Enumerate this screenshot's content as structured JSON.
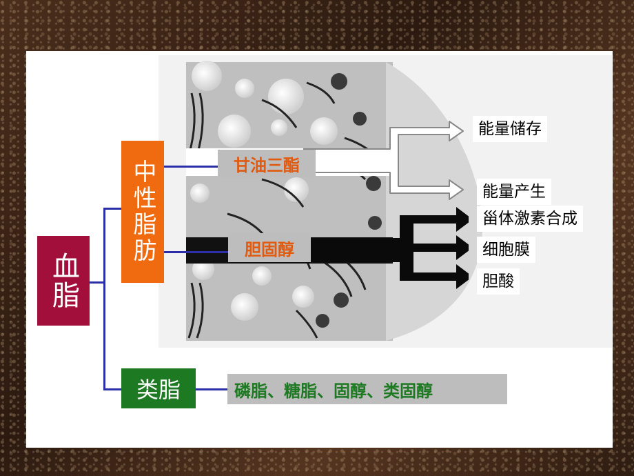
{
  "blood_lipid": "血脂",
  "neutral_fat": "中性脂肪",
  "lipoid": "类脂",
  "triglyceride": "甘油三酯",
  "cholesterol": "胆固醇",
  "lipoid_members": "磷脂、糖脂、固醇、类固醇",
  "triglyceride_functions": [
    "能量储存",
    "能量产生"
  ],
  "cholesterol_functions": [
    "甾体激素合成",
    "细胞膜",
    "胆酸"
  ],
  "colors": {
    "blood_lipid_box": "#a10f3a",
    "neutral_fat_box": "#f06a10",
    "lipoid_box": "#1e7a22",
    "connector": "#2a2fa8",
    "label_bg": "#bdbdbd"
  }
}
